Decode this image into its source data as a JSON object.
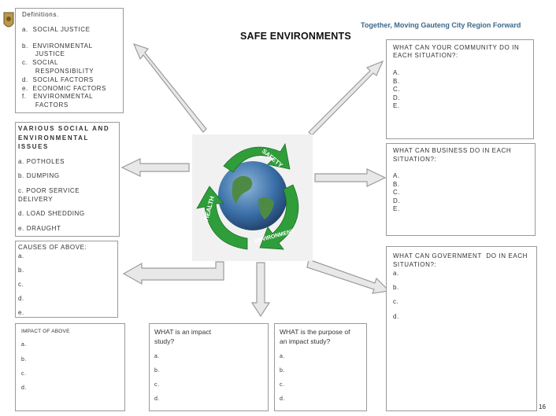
{
  "header": {
    "title": "SAFE ENVIRONMENTS",
    "slogan": "Together, Moving Gauteng City Region Forward"
  },
  "definitions": {
    "heading": "Definitions.",
    "items": [
      "a.  SOCIAL JUSTICE",
      "b.  ENVIRONMENTAL",
      "      JUSTICE",
      "c.  SOCIAL",
      "      RESPONSIBILITY",
      "d.  SOCIAL FACTORS",
      "e.  ECONOMIC FACTORS",
      "f.   ENVIRONMENTAL",
      "      FACTORS"
    ]
  },
  "issues": {
    "heading": [
      "VARIOUS SOCIAL AND",
      "ENVIRONMENTAL",
      "ISSUES"
    ],
    "items": [
      "a. POTHOLES",
      "b. DUMPING",
      "c. POOR SERVICE",
      "DELIVERY",
      "d. LOAD SHEDDING",
      "e. DRAUGHT"
    ]
  },
  "causes": {
    "heading": "CAUSES OF ABOVE:",
    "items": [
      "a.",
      "b.",
      "c.",
      "d.",
      "e."
    ]
  },
  "impact": {
    "heading": "IMPACT OF ABOVE",
    "items": [
      "a.",
      "b.",
      "c.",
      "d."
    ]
  },
  "impact_study": {
    "question": [
      "WHAT is an impact",
      "study?"
    ],
    "items": [
      "a.",
      "b.",
      "c.",
      "d."
    ]
  },
  "purpose": {
    "question": [
      "WHAT is the purpose of",
      "an impact study?"
    ],
    "items": [
      "a.",
      "b.",
      "c.",
      "d."
    ]
  },
  "community": {
    "question": [
      "WHAT CAN YOUR COMMUNITY DO IN",
      "EACH SITUATION?:"
    ],
    "items": [
      "A.",
      "B.",
      "C.",
      "D.",
      "E."
    ]
  },
  "business": {
    "question": [
      "WHAT CAN BUSINESS DO IN EACH",
      "SITUATION?:"
    ],
    "items": [
      "A.",
      "B.",
      "C.",
      "D.",
      "E."
    ]
  },
  "government": {
    "question": [
      "WHAT CAN GOVERNMENT  DO IN EACH",
      "SITUATION?:"
    ],
    "items": [
      "a.",
      "b.",
      "c.",
      "d."
    ]
  },
  "center_image": {
    "labels": [
      "SAFETY",
      "HEALTH",
      "ENVIRONMENT"
    ],
    "colors": {
      "arrow_green": "#2f9e3a",
      "globe_blue": "#3a6fa8"
    }
  },
  "page_number": "16"
}
